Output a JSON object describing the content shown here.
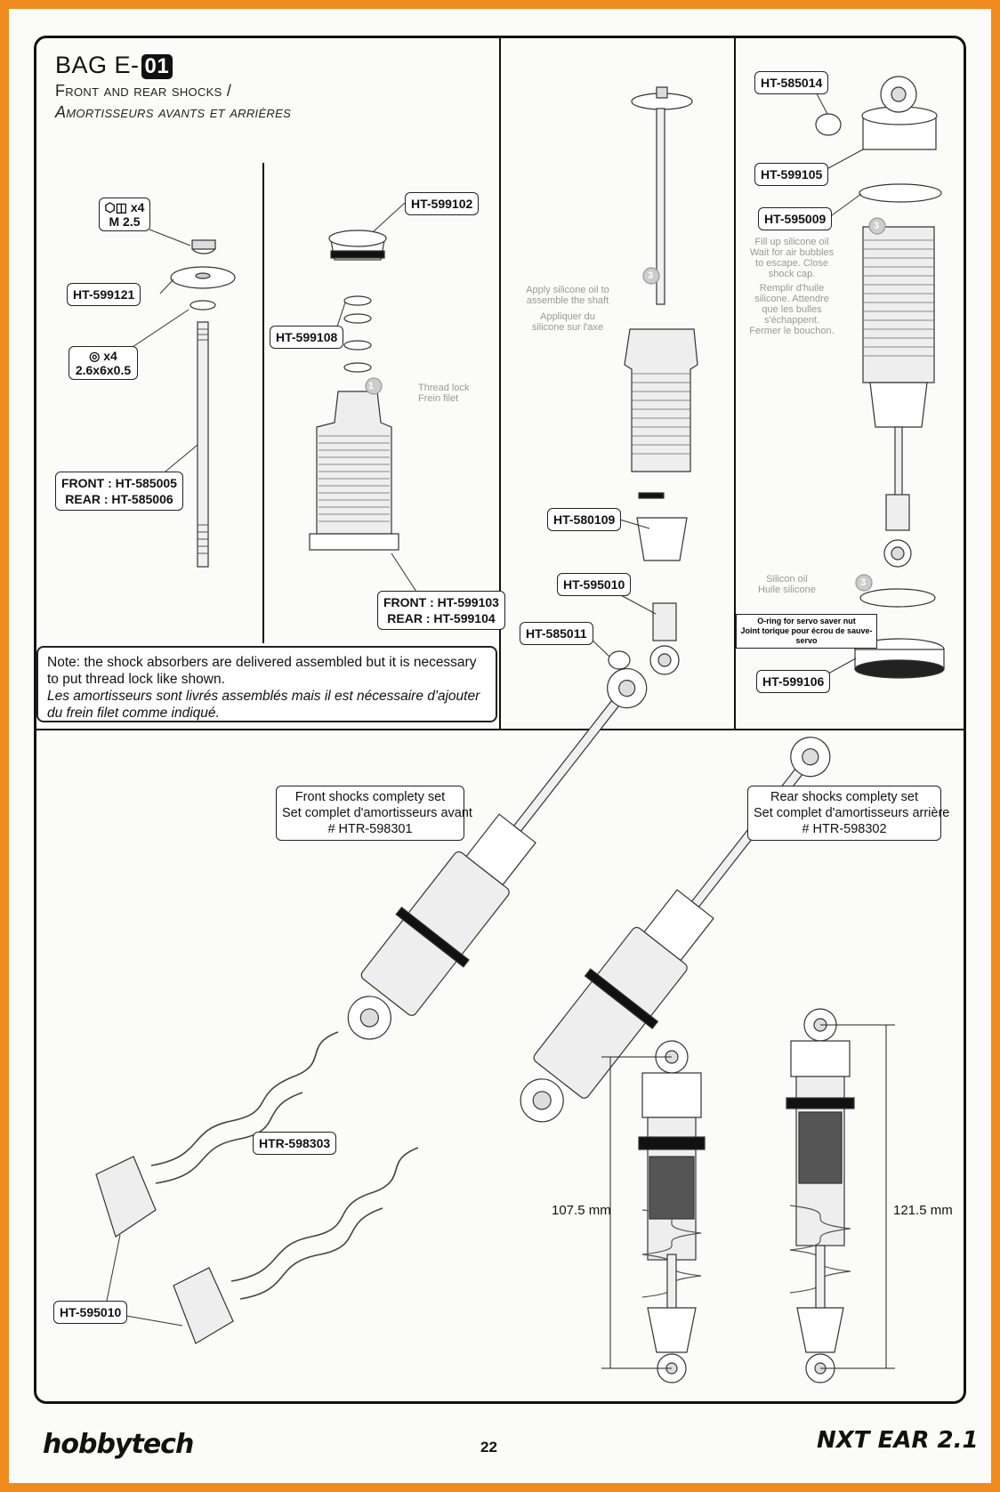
{
  "header": {
    "bag_prefix": "BAG E-",
    "bag_number": "01",
    "subtitle_en": "Front and rear shocks /",
    "subtitle_fr": "Amortisseurs avants et arrières"
  },
  "labels": {
    "x4_m25_qty": "x4",
    "x4_m25_size": "M 2.5",
    "ht599121": "HT-599121",
    "x4_washer_qty": "x4",
    "x4_washer_size": "2.6x6x0.5",
    "front_shaft": "FRONT : HT-585005",
    "rear_shaft": "REAR : HT-585006",
    "ht599102": "HT-599102",
    "ht599108": "HT-599108",
    "front_body": "FRONT : HT-599103",
    "rear_body": "REAR : HT-599104",
    "ht580109": "HT-580109",
    "ht595010_a": "HT-595010",
    "ht585011": "HT-585011",
    "ht585014": "HT-585014",
    "ht599105": "HT-599105",
    "ht595009": "HT-595009",
    "ht599106": "HT-599106",
    "htr598303": "HTR-598303",
    "ht595010_b": "HT-595010"
  },
  "steps": {
    "thread_lock_en": "Thread lock",
    "thread_lock_fr": "Frein filet",
    "step1": "1",
    "silicone_shaft_en": "Apply silicone oil to assemble the shaft",
    "silicone_shaft_fr": "Appliquer du silicone sur l'axe",
    "step3a": "3",
    "fill_oil_en": "Fill up silicone oil Wait for air bubbles to escape. Close shock cap.",
    "fill_oil_fr": "Remplir d'huile silicone. Attendre que les bulles s'échappent. Fermer le bouchon.",
    "step3b": "3",
    "silicon_oil_en": "Silicon oil",
    "silicon_oil_fr": "Huile silicone",
    "step3c": "3",
    "oring_en": "O-ring for servo saver nut",
    "oring_fr": "Joint torique pour écrou de sauve-servo"
  },
  "note": {
    "en": "Note: the shock absorbers are delivered assembled but it is necessary to put thread lock like shown.",
    "fr": "Les amortisseurs sont livrés assemblés mais il est nécessaire d'ajouter du frein filet comme indiqué."
  },
  "sets": {
    "front_line1": "Front shocks complety set",
    "front_line2": "Set complet d'amortisseurs avant",
    "front_line3": "# HTR-598301",
    "rear_line1": "Rear shocks complety set",
    "rear_line2": "Set complet d'amortisseurs arrière",
    "rear_line3": "# HTR-598302"
  },
  "dimensions": {
    "front_length": "107.5 mm",
    "rear_length": "121.5 mm"
  },
  "footer": {
    "page_number": "22",
    "brand_logo": "hobbytech",
    "product_logo": "NXT EAR 2.1"
  }
}
